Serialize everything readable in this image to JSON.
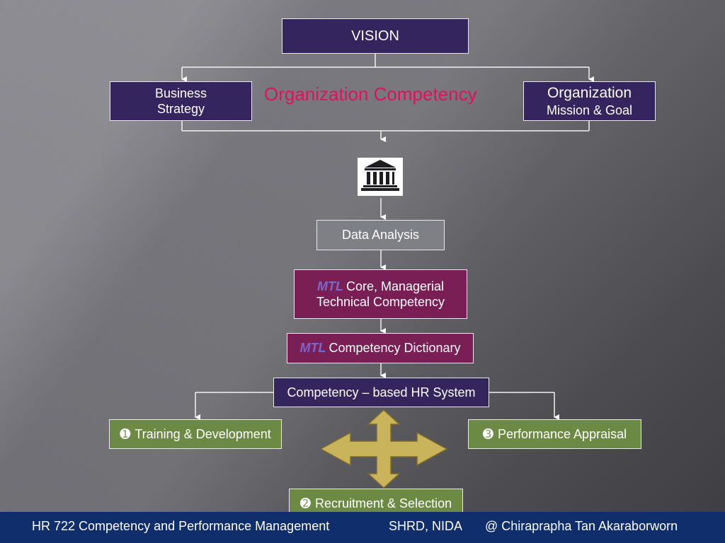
{
  "vision": "VISION",
  "business_strategy": [
    "Business",
    "Strategy"
  ],
  "org_competency_title": "Organization Competency",
  "org_mission": [
    "Organization",
    "Mission & Goal"
  ],
  "data_analysis": "Data Analysis",
  "core_competency": {
    "prefix": "MTL",
    "line1": "Core, Managerial",
    "line2": "Technical Competency"
  },
  "dictionary": {
    "prefix": "MTL",
    "text": "Competency Dictionary"
  },
  "hr_system": "Competency – based HR System",
  "training": {
    "num": "➊",
    "text": "Training & Development"
  },
  "appraisal": {
    "num": "➌",
    "text": "Performance Appraisal"
  },
  "recruitment": {
    "num": "➋",
    "text": "Recruitment & Selection"
  },
  "footer": {
    "course": "HR 722 Competency and Performance Management",
    "school": "SHRD, NIDA",
    "author": "@ Chiraprapha Tan Akaraborworn"
  },
  "icons": {
    "building": "institution-building-icon",
    "arrows": "four-way-arrow-icon"
  }
}
